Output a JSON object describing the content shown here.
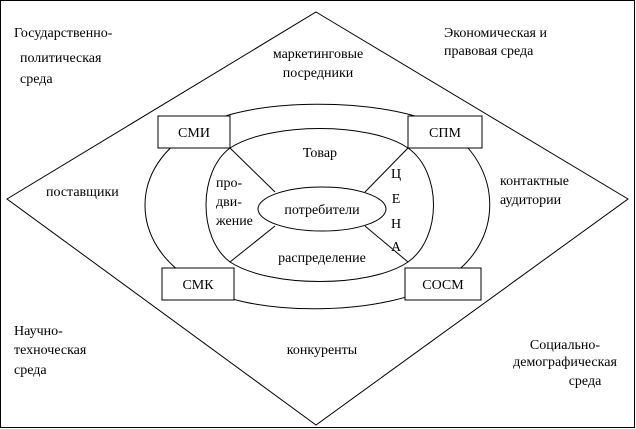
{
  "corners": {
    "top_left": [
      "Государственно-",
      "политическая",
      "среда"
    ],
    "top_right": [
      "Экономическая и",
      "правовая среда"
    ],
    "bottom_left": [
      "Научно-",
      "техноческая",
      "среда"
    ],
    "bottom_right": [
      "Социально-",
      "демографическая",
      "среда"
    ]
  },
  "outer_ring": {
    "top": [
      "маркетинговые",
      "посредники"
    ],
    "left": "поставщики",
    "right": [
      "контактные",
      "аудитории"
    ],
    "bottom": "конкуренты"
  },
  "boxes": {
    "top_left": "СМИ",
    "top_right": "СПМ",
    "bottom_left": "СМК",
    "bottom_right": "СОСМ"
  },
  "inner": {
    "top": "Товар",
    "left": [
      "про-",
      "дви-",
      "жение"
    ],
    "right": [
      "Ц",
      "Е",
      "Н",
      "А"
    ],
    "bottom": "распределение",
    "center": "потребители"
  }
}
